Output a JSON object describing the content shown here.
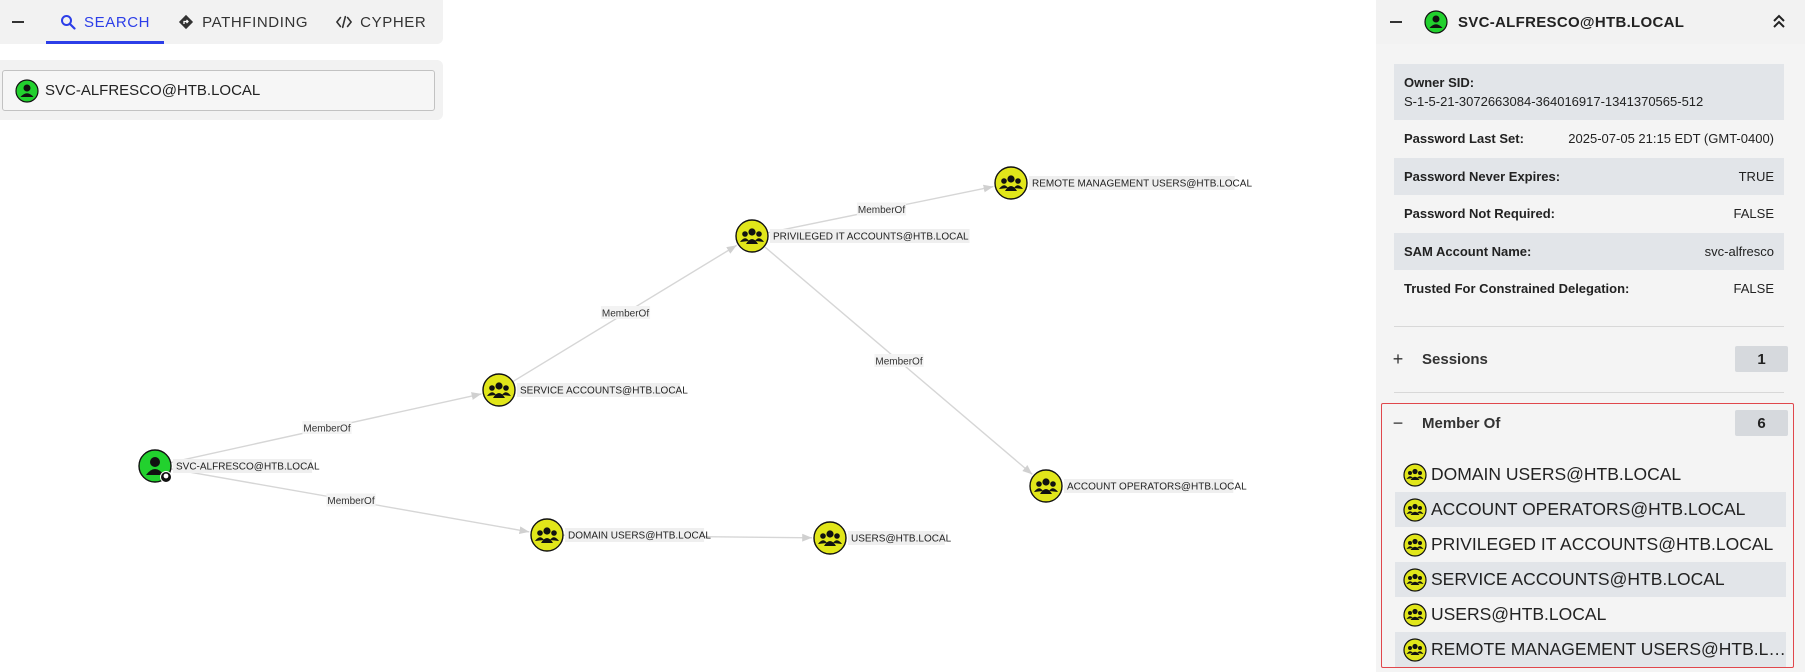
{
  "tabs": [
    {
      "label": "SEARCH",
      "icon": "search-icon",
      "active": true
    },
    {
      "label": "PATHFINDING",
      "icon": "diamond-route-icon",
      "active": false
    },
    {
      "label": "CYPHER",
      "icon": "code-icon",
      "active": false
    }
  ],
  "search": {
    "value": "SVC-ALFRESCO@HTB.LOCAL"
  },
  "graph": {
    "nodes": [
      {
        "id": "svc",
        "label": "SVC-ALFRESCO@HTB.LOCAL",
        "kind": "user"
      },
      {
        "id": "svcacc",
        "label": "SERVICE ACCOUNTS@HTB.LOCAL",
        "kind": "group"
      },
      {
        "id": "priv",
        "label": "PRIVILEGED IT ACCOUNTS@HTB.LOCAL",
        "kind": "group"
      },
      {
        "id": "rmu",
        "label": "REMOTE MANAGEMENT USERS@HTB.LOCAL",
        "kind": "group"
      },
      {
        "id": "acctop",
        "label": "ACCOUNT OPERATORS@HTB.LOCAL",
        "kind": "group"
      },
      {
        "id": "domusers",
        "label": "DOMAIN USERS@HTB.LOCAL",
        "kind": "group"
      },
      {
        "id": "users",
        "label": "USERS@HTB.LOCAL",
        "kind": "group"
      }
    ],
    "edges": [
      {
        "from": "svc",
        "to": "svcacc",
        "label": "MemberOf"
      },
      {
        "from": "svc",
        "to": "domusers",
        "label": "MemberOf"
      },
      {
        "from": "svcacc",
        "to": "priv",
        "label": "MemberOf"
      },
      {
        "from": "priv",
        "to": "rmu",
        "label": "MemberOf"
      },
      {
        "from": "priv",
        "to": "acctop",
        "label": "MemberOf"
      },
      {
        "from": "domusers",
        "to": "users",
        "label": ""
      }
    ]
  },
  "detail": {
    "title": "SVC-ALFRESCO@HTB.LOCAL",
    "owner_sid_label": "Owner SID:",
    "owner_sid_value": "S-1-5-21-3072663084-364016917-1341370565-512",
    "properties": [
      {
        "key": "Password Last Set:",
        "value": "2025-07-05 21:15 EDT (GMT-0400)"
      },
      {
        "key": "Password Never Expires:",
        "value": "TRUE"
      },
      {
        "key": "Password Not Required:",
        "value": "FALSE"
      },
      {
        "key": "SAM Account Name:",
        "value": "svc-alfresco"
      },
      {
        "key": "Trusted For Constrained Delegation:",
        "value": "FALSE"
      }
    ],
    "sessions": {
      "label": "Sessions",
      "count": "1",
      "symbol": "+"
    },
    "member_of": {
      "label": "Member Of",
      "count": "6",
      "symbol": "−",
      "items": [
        "DOMAIN USERS@HTB.LOCAL",
        "ACCOUNT OPERATORS@HTB.LOCAL",
        "PRIVILEGED IT ACCOUNTS@HTB.LOCAL",
        "SERVICE ACCOUNTS@HTB.LOCAL",
        "USERS@HTB.LOCAL",
        "REMOTE MANAGEMENT USERS@HTB.LOCAL"
      ]
    }
  },
  "colors": {
    "accent": "#2c3ee8",
    "user_node": "#22d12e",
    "group_node": "#e1e61a",
    "highlight_border": "#e0474c"
  }
}
